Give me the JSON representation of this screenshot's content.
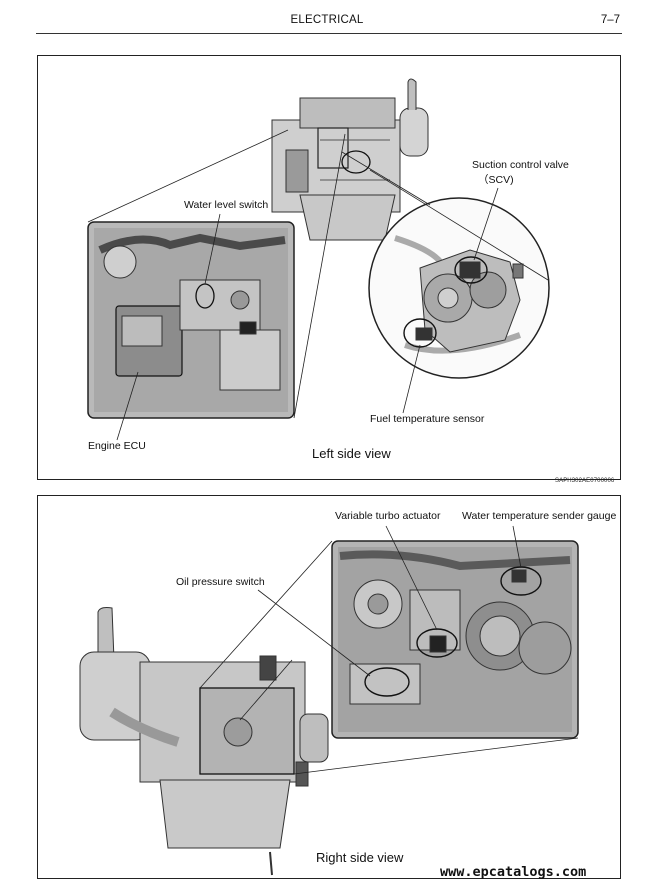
{
  "header": {
    "section": "ELECTRICAL",
    "page": "7–7"
  },
  "figure_top": {
    "caption": "Left side view",
    "labels": {
      "water_level_switch": "Water level switch",
      "suction_control_valve": "Suction control valve",
      "scv": "（SCV)",
      "fuel_temperature_sensor": "Fuel temperature sensor",
      "engine_ecu": "Engine ECU"
    },
    "code": "SAPH302AE0700006"
  },
  "figure_bottom": {
    "caption": "Right side view",
    "labels": {
      "variable_turbo_actuator": "Variable turbo actuator",
      "water_temperature_sender_gauge": "Water temperature sender gauge",
      "oil_pressure_switch": "Oil pressure switch"
    }
  },
  "watermark": "www.epcatalogs.com"
}
